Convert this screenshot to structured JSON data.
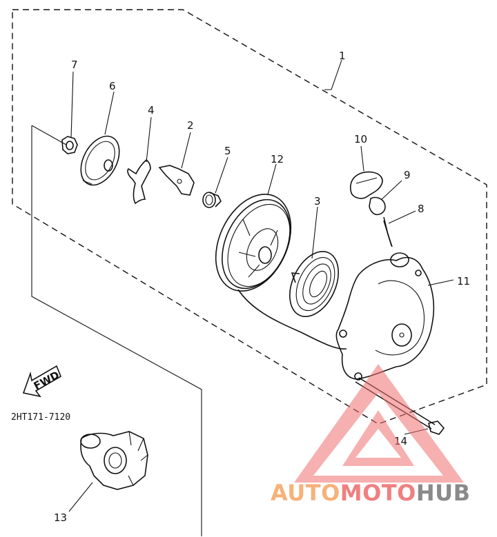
{
  "callouts": [
    "1",
    "2",
    "3",
    "4",
    "5",
    "6",
    "7",
    "8",
    "9",
    "10",
    "11",
    "12",
    "13",
    "14"
  ],
  "arrow_label": "FWD",
  "part_code": "2HT171-7120",
  "watermark": {
    "part1": "AUTO",
    "part2": "MOTO",
    "part3": "HUB",
    "color1": "#f6b27a",
    "color2": "#f08080",
    "color3": "#8a8a8a"
  }
}
